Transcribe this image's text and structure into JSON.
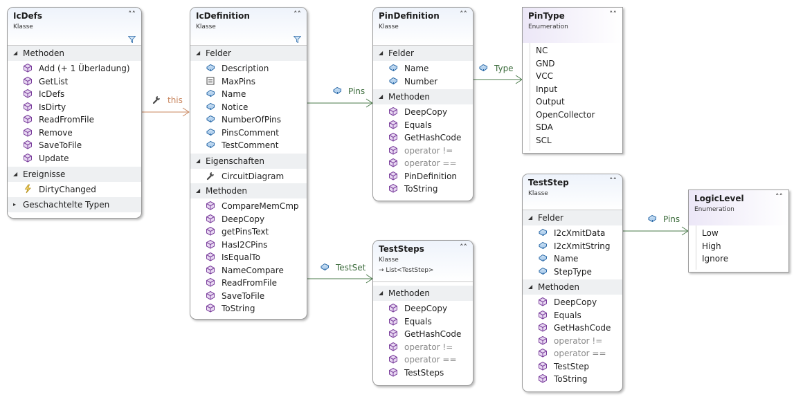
{
  "colors": {
    "assoc": "#4a7a4a",
    "dep": "#c8845c",
    "section_bg": "#eef0f2"
  },
  "icdefs": {
    "title": "IcDefs",
    "kind": "Klasse",
    "sec_methods": "Methoden",
    "methods": [
      "Add (+ 1 Überladung)",
      "GetList",
      "IcDefs",
      "IsDirty",
      "ReadFromFile",
      "Remove",
      "SaveToFile",
      "Update"
    ],
    "sec_events": "Ereignisse",
    "events": [
      "DirtyChanged"
    ],
    "sec_nested": "Geschachtelte Typen"
  },
  "icdefinition": {
    "title": "IcDefinition",
    "kind": "Klasse",
    "sec_fields": "Felder",
    "fields": [
      "Description",
      "MaxPins",
      "Name",
      "Notice",
      "NumberOfPins",
      "PinsComment",
      "TestComment"
    ],
    "sec_props": "Eigenschaften",
    "props": [
      "CircuitDiagram"
    ],
    "sec_methods": "Methoden",
    "methods": [
      "CompareMemCmp",
      "DeepCopy",
      "getPinsText",
      "HasI2CPins",
      "IsEqualTo",
      "NameCompare",
      "ReadFromFile",
      "SaveToFile",
      "ToString"
    ]
  },
  "pindefinition": {
    "title": "PinDefinition",
    "kind": "Klasse",
    "sec_fields": "Felder",
    "fields": [
      "Name",
      "Number"
    ],
    "sec_methods": "Methoden",
    "methods": [
      "DeepCopy",
      "Equals",
      "GetHashCode",
      "operator !=",
      "operator ==",
      "PinDefinition",
      "ToString"
    ]
  },
  "pintype": {
    "title": "PinType",
    "kind": "Enumeration",
    "values": [
      "NC",
      "GND",
      "VCC",
      "Input",
      "Output",
      "OpenCollector",
      "SDA",
      "SCL"
    ]
  },
  "teststeps": {
    "title": "TestSteps",
    "kind": "Klasse",
    "base": "List<TestStep>",
    "sec_methods": "Methoden",
    "methods": [
      "DeepCopy",
      "Equals",
      "GetHashCode",
      "operator !=",
      "operator ==",
      "TestSteps"
    ]
  },
  "teststep": {
    "title": "TestStep",
    "kind": "Klasse",
    "sec_fields": "Felder",
    "fields": [
      "I2cXmitData",
      "I2cXmitString",
      "Name",
      "StepType"
    ],
    "sec_methods": "Methoden",
    "methods": [
      "DeepCopy",
      "Equals",
      "GetHashCode",
      "operator !=",
      "operator ==",
      "TestStep",
      "ToString"
    ]
  },
  "logiclevel": {
    "title": "LogicLevel",
    "kind": "Enumeration",
    "values": [
      "Low",
      "High",
      "Ignore"
    ]
  },
  "connectors": {
    "this": "this",
    "pins": "Pins",
    "type": "Type",
    "testset": "TestSet",
    "pins2": "Pins"
  }
}
